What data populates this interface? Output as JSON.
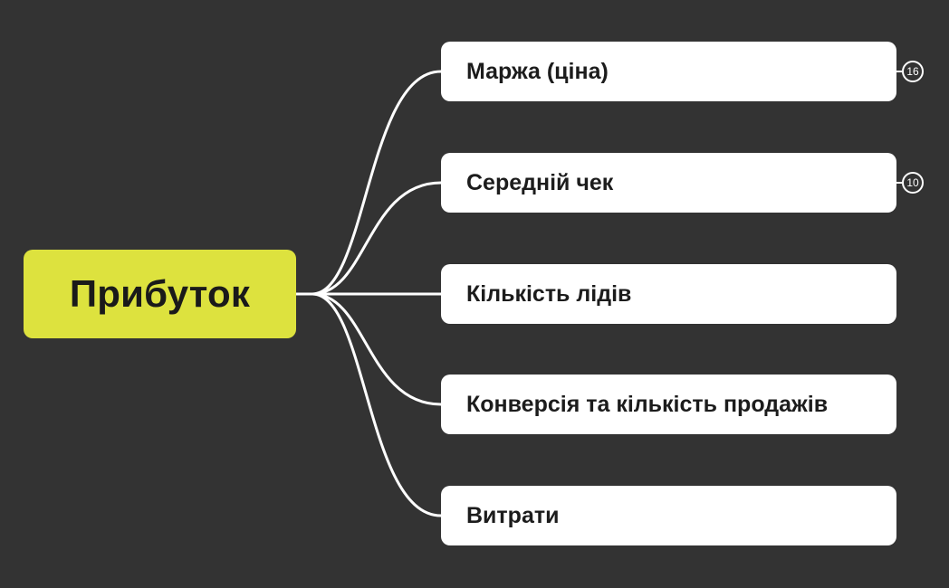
{
  "root": {
    "label": "Прибуток"
  },
  "children": [
    {
      "label": "Маржа (ціна)",
      "badge": "16"
    },
    {
      "label": "Середній чек",
      "badge": "10"
    },
    {
      "label": "Кількість лідів"
    },
    {
      "label": "Конверсія та кількість продажів"
    },
    {
      "label": "Витрати"
    }
  ],
  "colors": {
    "background": "#333333",
    "root_fill": "#dde23e",
    "node_fill": "#ffffff",
    "connector": "#ffffff",
    "text_dark": "#1c1c1c"
  }
}
